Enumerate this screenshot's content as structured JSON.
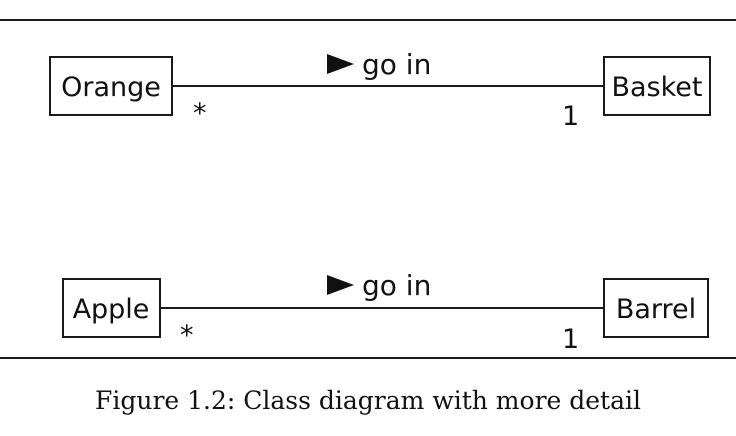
{
  "figure": {
    "caption": "Figure 1.2: Class diagram with more detail"
  },
  "associations": [
    {
      "from_class": "Orange",
      "to_class": "Basket",
      "label": "go in",
      "direction_icon": "right-triangle-arrow-icon",
      "from_multiplicity": "*",
      "to_multiplicity": "1"
    },
    {
      "from_class": "Apple",
      "to_class": "Barrel",
      "label": "go in",
      "direction_icon": "right-triangle-arrow-icon",
      "from_multiplicity": "*",
      "to_multiplicity": "1"
    }
  ],
  "colors": {
    "line": "#1a1a1a",
    "box_fill": "#ffffff",
    "text": "#111111"
  }
}
